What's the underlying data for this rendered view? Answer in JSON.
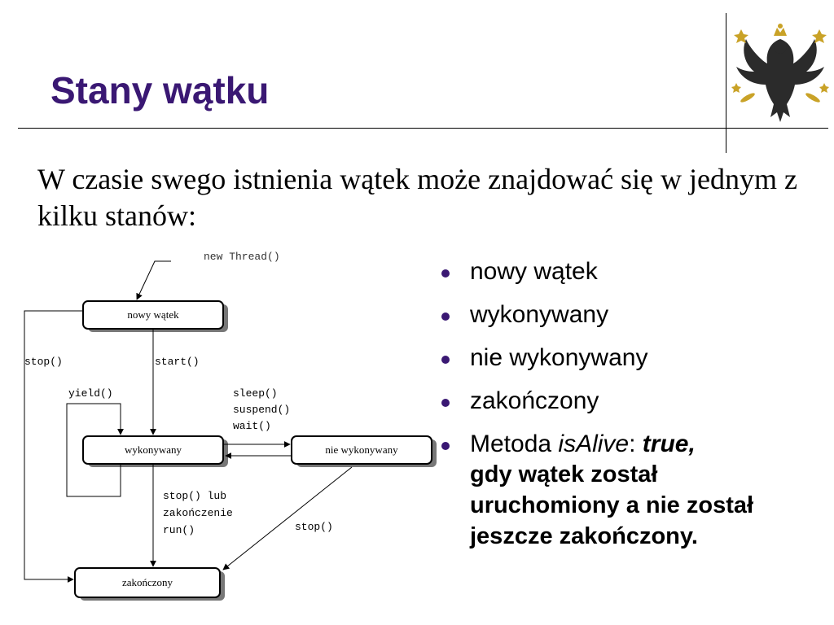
{
  "title": "Stany wątku",
  "intro": "W czasie swego istnienia wątek może znajdować się w jednym z kilku stanów:",
  "diagram": {
    "new_thread": "new Thread()",
    "states": {
      "nowy": "nowy wątek",
      "wykonywany": "wykonywany",
      "nie_wykonywany": "nie wykonywany",
      "zakonczony": "zakończony"
    },
    "labels": {
      "stop_left": "stop()",
      "start": "start()",
      "yield": "yield()",
      "sleep": "sleep()",
      "suspend": "suspend()",
      "wait": "wait()",
      "stop_lub": "stop() lub",
      "zakonczenie": "zakończenie",
      "run": "run()",
      "stop_right": "stop()"
    }
  },
  "bullets": [
    "nowy wątek",
    "wykonywany",
    "nie wykonywany",
    "zakończony"
  ],
  "metoda": {
    "prefix": "Metoda ",
    "method": "isAlive",
    "colon": ": ",
    "true_word": "true,",
    "rest": "gdy wątek został uruchomiony a nie został jeszcze zakończony."
  }
}
